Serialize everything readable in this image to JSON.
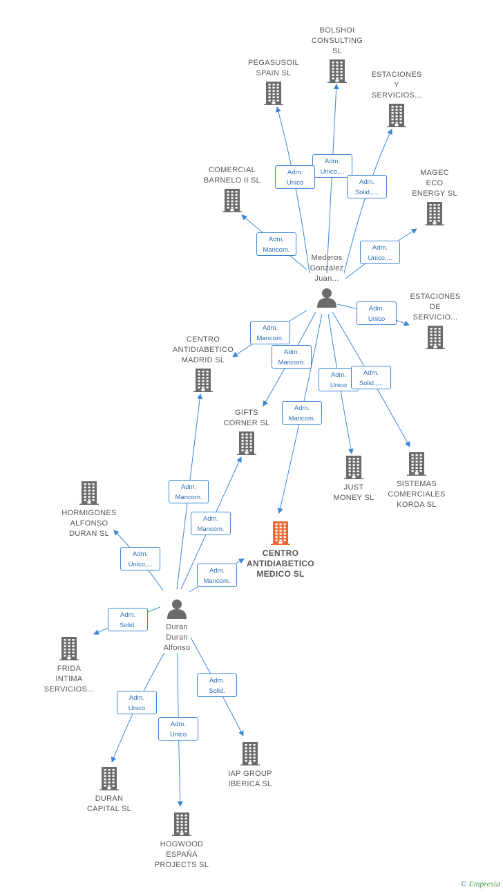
{
  "colors": {
    "edge": "#3a87d6",
    "building": "#6b6b6b",
    "building_main": "#f26a33"
  },
  "nodes": [
    {
      "id": "bolshoi",
      "label": "BOLSHOI\nCONSULTING\nSL",
      "type": "company"
    },
    {
      "id": "pegasusoil",
      "label": "PEGASUSOIL\nSPAIN SL",
      "type": "company"
    },
    {
      "id": "estaciones1",
      "label": "ESTACIONES\nY\nSERVICIOS...",
      "type": "company"
    },
    {
      "id": "comercial",
      "label": "COMERCIAL\nBARNELO II SL",
      "type": "company"
    },
    {
      "id": "magec",
      "label": "MAGEC\nECO\nENERGY SL",
      "type": "company"
    },
    {
      "id": "mederos",
      "label": "Mederos\nGonzalez\nJuan...",
      "type": "person"
    },
    {
      "id": "estaciones2",
      "label": "ESTACIONES\nDE\nSERVICIO...",
      "type": "company"
    },
    {
      "id": "cadmadrid",
      "label": "CENTRO\nANTIDIABETICO\nMADRID SL",
      "type": "company"
    },
    {
      "id": "gifts",
      "label": "GIFTS\nCORNER SL",
      "type": "company"
    },
    {
      "id": "justmoney",
      "label": "JUST\nMONEY SL",
      "type": "company"
    },
    {
      "id": "sistemas",
      "label": "SISTEMAS\nCOMERCIALES\nKORDA SL",
      "type": "company"
    },
    {
      "id": "hormigones",
      "label": "HORMIGONES\nALFONSO\nDURAN SL",
      "type": "company"
    },
    {
      "id": "cadmedico",
      "label": "CENTRO\nANTIDIABETICO\nMEDICO SL",
      "type": "main"
    },
    {
      "id": "duran",
      "label": "Duran\nDuran\nAlfonso",
      "type": "person"
    },
    {
      "id": "frida",
      "label": "FRIDA\nINTIMA\nSERVICIOS...",
      "type": "company"
    },
    {
      "id": "iap",
      "label": "IAP GROUP\nIBERICA SL",
      "type": "company"
    },
    {
      "id": "durancap",
      "label": "DURAN\nCAPITAL SL",
      "type": "company"
    },
    {
      "id": "hogwood",
      "label": "HOGWOOD\nESPAÑA\nPROJECTS SL",
      "type": "company"
    }
  ],
  "relations": [
    {
      "from": "mederos",
      "to": "bolshoi",
      "label": "Adm.\nUnico,..."
    },
    {
      "from": "mederos",
      "to": "pegasusoil",
      "label": "Adm.\nUnico"
    },
    {
      "from": "mederos",
      "to": "estaciones1",
      "label": "Adm.\nSolid.,..."
    },
    {
      "from": "mederos",
      "to": "comercial",
      "label": "Adm.\nMancom."
    },
    {
      "from": "mederos",
      "to": "magec",
      "label": "Adm.\nUnico,..."
    },
    {
      "from": "mederos",
      "to": "estaciones2",
      "label": "Adm.\nUnico"
    },
    {
      "from": "mederos",
      "to": "cadmadrid",
      "label": "Adm.\nMancom."
    },
    {
      "from": "mederos",
      "to": "gifts",
      "label": "Adm.\nMancom."
    },
    {
      "from": "mederos",
      "to": "cadmedico",
      "label": "Adm.\nMancom."
    },
    {
      "from": "mederos",
      "to": "justmoney",
      "label": "Adm.\nUnico"
    },
    {
      "from": "mederos",
      "to": "sistemas",
      "label": "Adm.\nSolid.,..."
    },
    {
      "from": "duran",
      "to": "cadmadrid",
      "label": "Adm.\nMancom."
    },
    {
      "from": "duran",
      "to": "gifts",
      "label": "Adm.\nMancom."
    },
    {
      "from": "duran",
      "to": "cadmedico",
      "label": "Adm.\nMancom."
    },
    {
      "from": "duran",
      "to": "hormigones",
      "label": "Adm.\nUnico,..."
    },
    {
      "from": "duran",
      "to": "frida",
      "label": "Adm.\nSolid."
    },
    {
      "from": "duran",
      "to": "durancap",
      "label": "Adm.\nUnico"
    },
    {
      "from": "duran",
      "to": "hogwood",
      "label": "Adm.\nUnico"
    },
    {
      "from": "duran",
      "to": "iap",
      "label": "Adm.\nSolid."
    }
  ],
  "footer": {
    "copyright": "©",
    "brand": "Empresia"
  }
}
